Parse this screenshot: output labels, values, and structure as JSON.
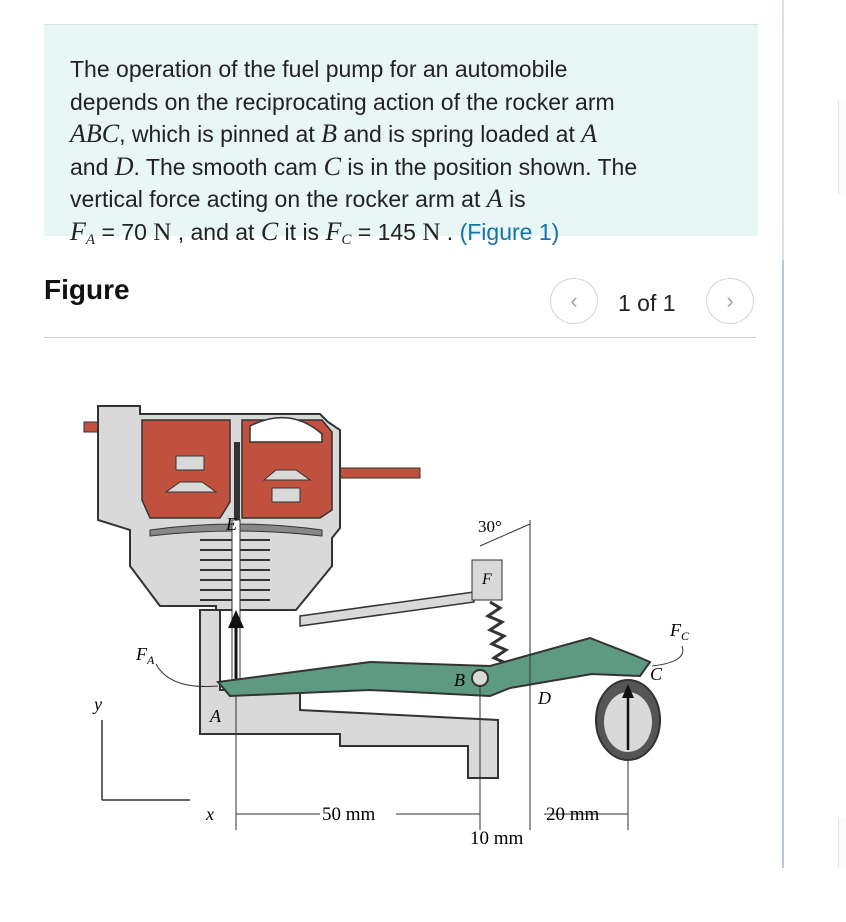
{
  "problem": {
    "line1": "The operation of the fuel pump for an automobile",
    "line2": "depends on the reciprocating action of the rocker arm",
    "arm_name": "ABC",
    "line3_mid": ", which is pinned at ",
    "pin_point": "B",
    "line3_end": " and is spring loaded at ",
    "spring_point_1": "A",
    "line4_start": "and ",
    "spring_point_2": "D",
    "line4_mid": ". The smooth cam ",
    "cam_point": "C",
    "line4_end": " is in the position shown. The",
    "line5": "vertical force acting on the rocker arm at ",
    "force_point": "A",
    "line5_end": " is",
    "force_a_symbol": "F",
    "force_a_sub": "A",
    "force_a_value": " = 70 ",
    "force_unit_1": "N",
    "line6_mid": " , and at ",
    "force_c_point": "C",
    "line6_mid2": " it is ",
    "force_c_symbol": "F",
    "force_c_sub": "C",
    "force_c_value": " = 145 ",
    "force_unit_2": "N",
    "line6_end": " . ",
    "figure_link": "(Figure 1)"
  },
  "figure_panel": {
    "title": "Figure",
    "prev_icon": "chevron-left-icon",
    "next_icon": "chevron-right-icon",
    "page_counter": "1 of 1"
  },
  "diagram": {
    "labels": {
      "E": "E",
      "angle": "30°",
      "F": "F",
      "FA": "F",
      "FA_sub": "A",
      "FC": "F",
      "FC_sub": "C",
      "B": "B",
      "D": "D",
      "C": "C",
      "A": "A",
      "y": "y",
      "x": "x",
      "dim_50": "50 mm",
      "dim_10": "10 mm",
      "dim_20": "20 mm"
    },
    "colors": {
      "pump_body": "#c0513f",
      "rocker_arm": "#5e9a82",
      "metal": "#d9d9d9",
      "outline": "#333333"
    }
  }
}
